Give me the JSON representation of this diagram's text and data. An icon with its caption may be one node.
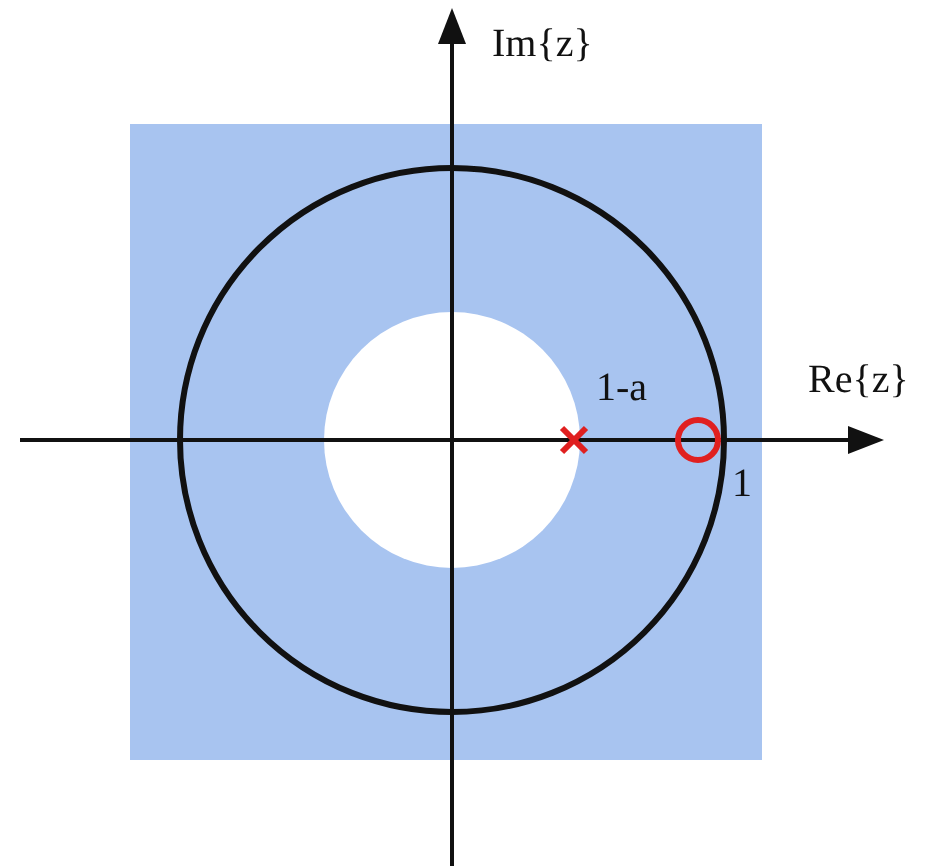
{
  "diagram": {
    "labels": [
      "Im{z}",
      "1-a",
      "Re{z}",
      "1"
    ]
  }
}
